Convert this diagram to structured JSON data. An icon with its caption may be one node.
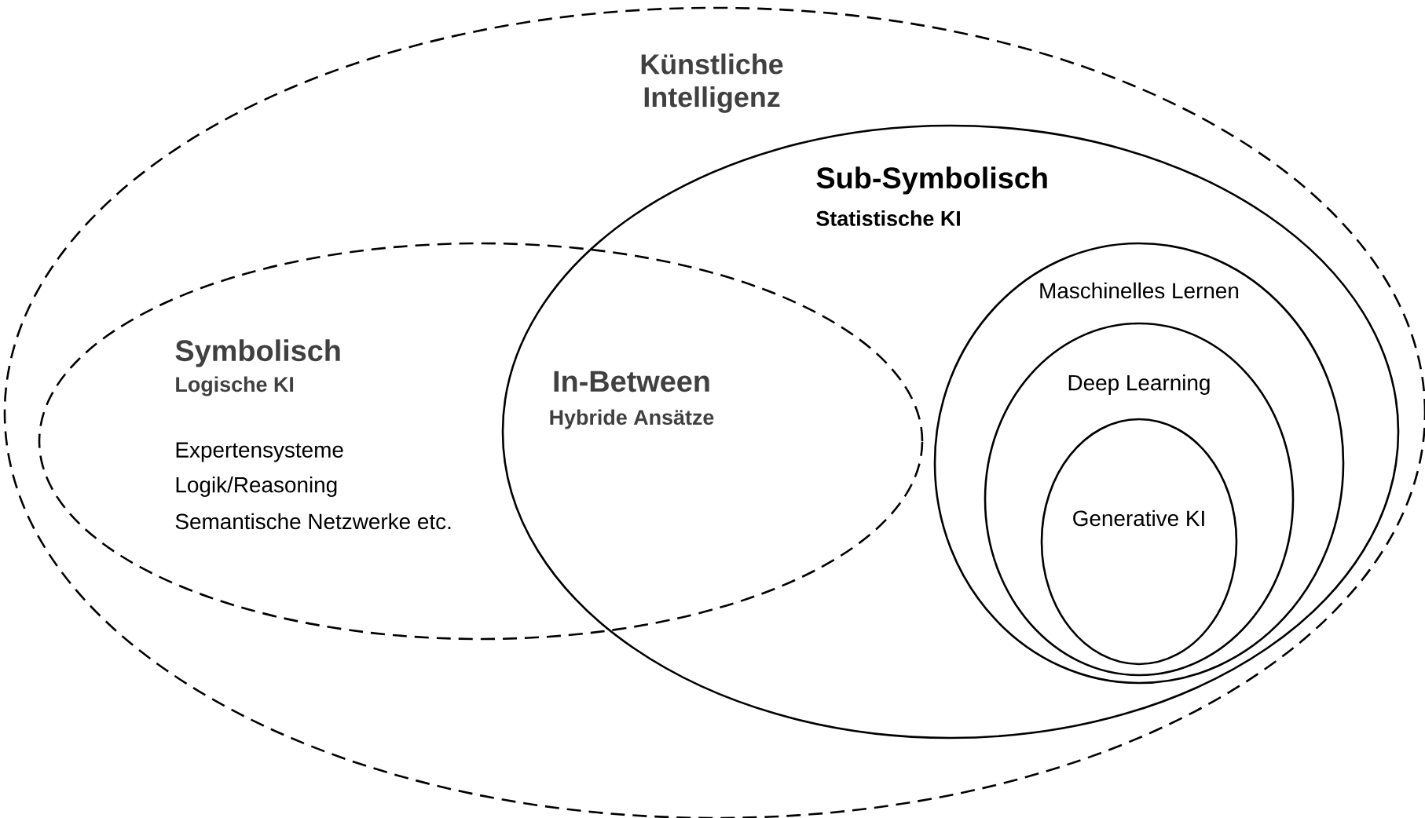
{
  "diagram": {
    "nodes": [
      {
        "text": [
          "Künstliche Intelligenz"
        ]
      },
      {
        "text": [
          "Symbolisch",
          "Logische KI",
          "Expertensysteme",
          "Logik/Reasoning",
          "Semantische Netzwerke etc."
        ],
        "in": 0
      },
      {
        "text": [
          "Sub-Symbolisch",
          "Statistische KI"
        ],
        "in": 0
      },
      {
        "text": [
          "Maschinelles Lernen"
        ],
        "in": 2
      },
      {
        "text": [
          "Deep Learning"
        ],
        "in": 3
      },
      {
        "text": [
          "Generative KI"
        ],
        "in": 4
      }
    ],
    "labels": [
      "In-Between",
      "Hybride Ansätze"
    ]
  }
}
